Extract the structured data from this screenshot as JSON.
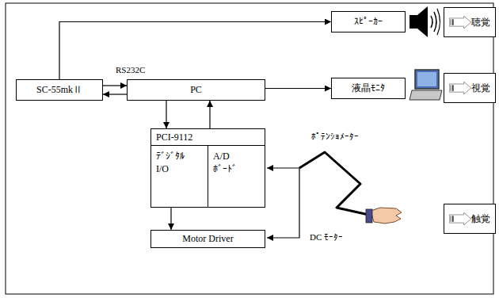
{
  "diagram": {
    "nodes": [
      {
        "text": [
          "ｽﾋﾟｰｶｰ"
        ]
      },
      {
        "text": [
          "聴覚"
        ]
      },
      {
        "text": [
          "SC-55mkⅡ"
        ]
      },
      {
        "text": [
          "PC"
        ]
      },
      {
        "text": [
          "液晶ﾓﾆﾀ"
        ]
      },
      {
        "text": [
          "視覚"
        ]
      },
      {
        "text": [
          "PCI-9112"
        ]
      },
      {
        "text": [
          "ﾃﾞｼﾞﾀﾙ I/O"
        ],
        "in": 6
      },
      {
        "text": [
          "A/D ﾎﾞｰﾄﾞ"
        ],
        "in": 6
      },
      {
        "text": [
          "触覚"
        ]
      },
      {
        "text": [
          "Motor Driver"
        ]
      }
    ],
    "edges": [
      {
        "from": 2,
        "to": 0,
        "arrow": "to"
      },
      {
        "from": 2,
        "to": 3,
        "arrow": "to"
      },
      {
        "from": 3,
        "to": 2,
        "arrow": "to"
      },
      {
        "from": 3,
        "to": 4,
        "arrow": "to"
      },
      {
        "from": 3,
        "to": 6,
        "arrow": "to"
      },
      {
        "from": 6,
        "to": 3,
        "arrow": "to"
      },
      {
        "from": 7,
        "to": 10,
        "arrow": "to"
      }
    ],
    "labels": [
      "RS232C",
      "ﾎﾟﾃﾝｼｮﾒｰﾀｰ",
      "DC ﾓｰﾀｰ"
    ]
  }
}
